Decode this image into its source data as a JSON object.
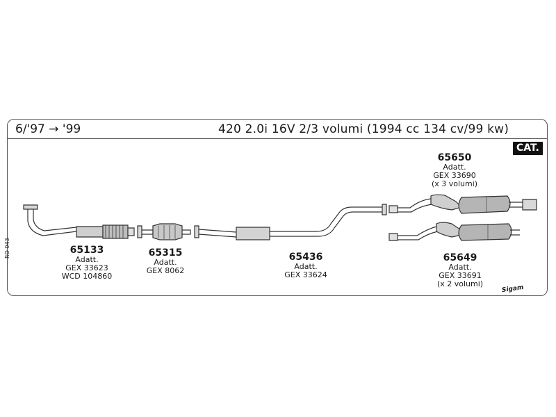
{
  "header": {
    "years": "6/'97 → '99",
    "title": "420 2.0i 16V 2/3 volumi (1994 cc 134 cv/99 kw)",
    "cat_badge": "CAT."
  },
  "side_code": "RO 043",
  "brand": "Sigam",
  "parts": {
    "p65133": {
      "number": "65133",
      "lines": [
        "Adatt.",
        "GEX 33623",
        "WCD 104860"
      ]
    },
    "p65315": {
      "number": "65315",
      "lines": [
        "Adatt.",
        "GEX 8062"
      ]
    },
    "p65436": {
      "number": "65436",
      "lines": [
        "Adatt.",
        "GEX 33624"
      ]
    },
    "p65650": {
      "number": "65650",
      "lines": [
        "Adatt.",
        "GEX 33690",
        "(x 3 volumi)"
      ]
    },
    "p65649": {
      "number": "65649",
      "lines": [
        "Adatt.",
        "GEX 33691",
        "(x 2 volumi)"
      ]
    }
  }
}
